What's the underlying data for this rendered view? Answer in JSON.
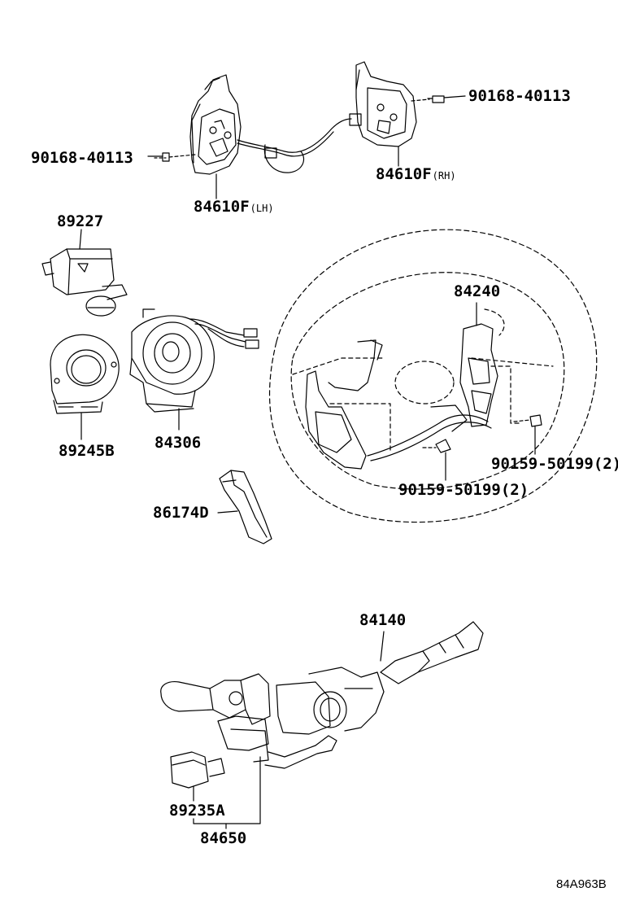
{
  "diagram_code": "84A963B",
  "labels": {
    "bolt_left": {
      "number": "90168-40113",
      "note": ""
    },
    "bolt_right": {
      "number": "90168-40113",
      "note": ""
    },
    "switch_lh": {
      "number": "84610F",
      "note": "(LH)"
    },
    "switch_rh": {
      "number": "84610F",
      "note": "(RH)"
    },
    "part_89227": {
      "number": "89227",
      "note": ""
    },
    "part_84240": {
      "number": "84240",
      "note": ""
    },
    "part_89245b": {
      "number": "89245B",
      "note": ""
    },
    "part_84306": {
      "number": "84306",
      "note": ""
    },
    "screw_right": {
      "number": "90159-50199",
      "note": "(2)"
    },
    "screw_center": {
      "number": "90159-50199",
      "note": "(2)"
    },
    "part_86174d": {
      "number": "86174D",
      "note": ""
    },
    "part_84140": {
      "number": "84140",
      "note": ""
    },
    "part_89235a": {
      "number": "89235A",
      "note": ""
    },
    "part_84650": {
      "number": "84650",
      "note": ""
    }
  }
}
